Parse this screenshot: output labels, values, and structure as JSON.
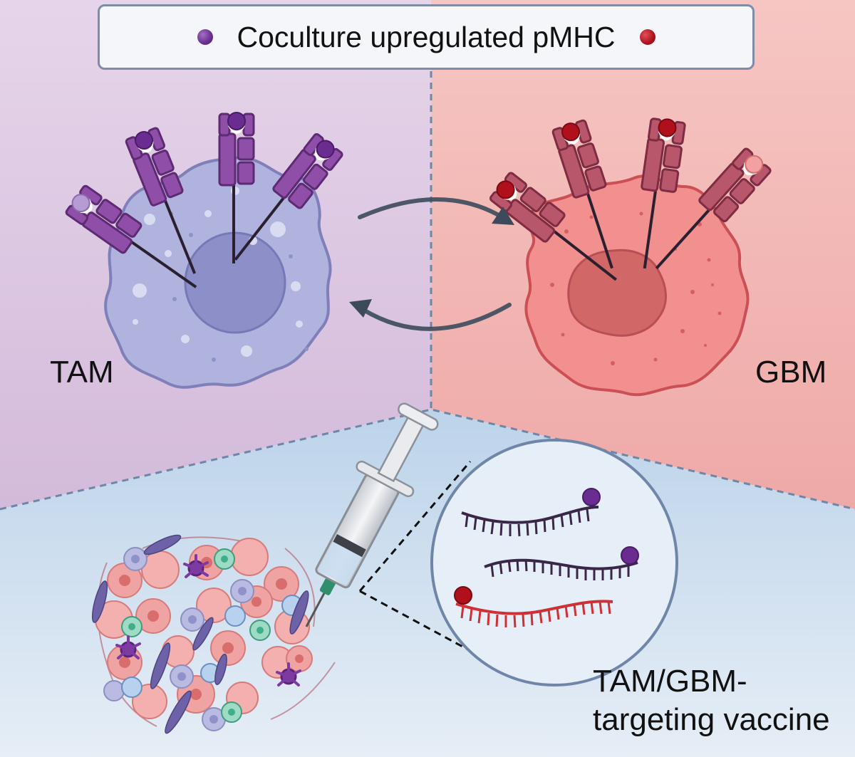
{
  "legend": {
    "text": "Coculture upregulated pMHC",
    "tam_dot_color": "#6a2c91",
    "gbm_dot_color": "#b0101c"
  },
  "labels": {
    "tam": "TAM",
    "gbm": "GBM",
    "vaccine_line1": "TAM/GBM-",
    "vaccine_line2": "targeting vaccine"
  },
  "colors": {
    "tam_panel": "#dcc7e2",
    "gbm_panel": "#f2b8b6",
    "bottom_panel": "#cfe0ef",
    "tam_cell": "#aeb1dc",
    "gbm_cell": "#f08d8d",
    "tam_mhc": "#8a4aa4",
    "gbm_mhc": "#b44a62",
    "arrow": "#3c4a5c"
  },
  "icons": [
    "syringe-icon",
    "tumor-cluster-icon",
    "mrna-strand-icon"
  ]
}
